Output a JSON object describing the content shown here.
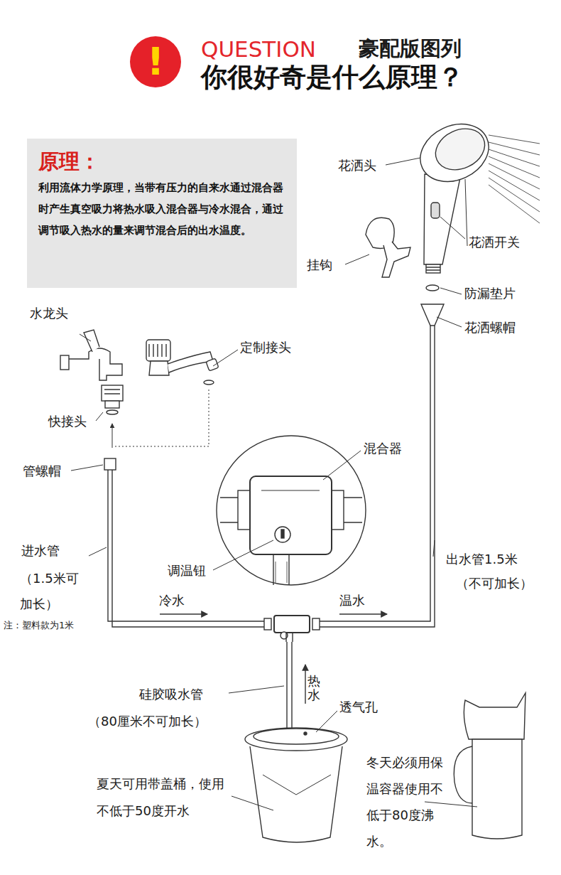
{
  "diagram": {
    "title": "你很好奇是什么原理？",
    "nodes": [
      {
        "text": [
          "!"
        ]
      },
      {
        "text": [
          "原理：",
          "利用流体力学原理，当带有压力的自来水通过混合器时产生真空吸力将热水吸入混合器与冷水混合，通过调节吸入热水的量来调节混合后的出水温度。"
        ]
      }
    ],
    "labels": [
      "QUESTION",
      "豪配版图列",
      "花洒头",
      "花洒开关",
      "挂钩",
      "防漏垫片",
      "花洒螺帽",
      "水龙头",
      "定制接头",
      "快接头",
      "管螺帽",
      "混合器",
      "进水管",
      "（1.5米可加长）",
      "注：塑料款为1米",
      "调温钮",
      "冷水",
      "温水",
      "出水管1.5米",
      "（不可加长）",
      "硅胶吸水管",
      "（80厘米不可加长）",
      "热水",
      "透气孔",
      "夏天可用带盖桶，使用不低于50度开水",
      "冬天必须用保温容器使用不低于80度沸水。"
    ]
  }
}
